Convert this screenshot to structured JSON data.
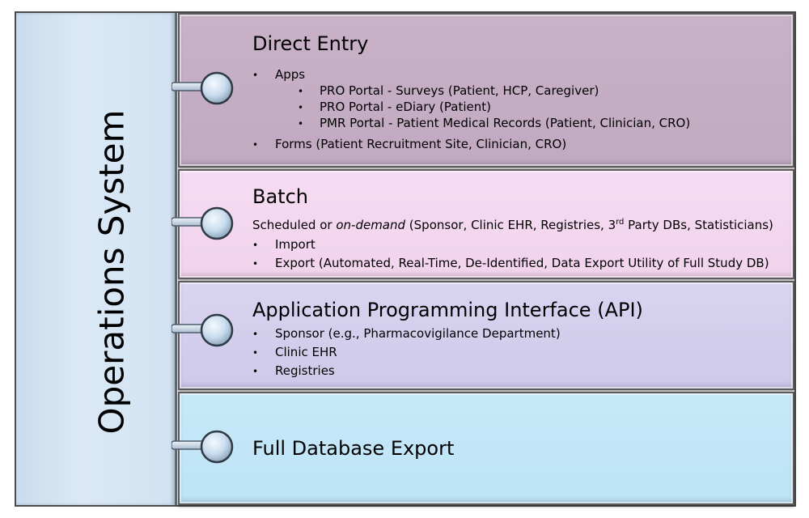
{
  "operations_system": {
    "title": "Operations System"
  },
  "sections": {
    "direct_entry": {
      "title": "Direct Entry",
      "apps": "Apps",
      "pro_surveys": "PRO Portal - Surveys (Patient, HCP, Caregiver)",
      "pro_ediary": "PRO Portal - eDiary (Patient)",
      "pmr_portal": "PMR Portal - Patient Medical Records (Patient, Clinician, CRO)",
      "forms": "Forms (Patient Recruitment Site, Clinician, CRO)"
    },
    "batch": {
      "title": "Batch",
      "scheduled_a": "Scheduled or ",
      "scheduled_b": "on-demand",
      "scheduled_c": " (Sponsor, Clinic EHR, Registries, 3",
      "scheduled_sup": "rd",
      "scheduled_d": " Party DBs, Statisticians)",
      "import": "Import",
      "export": "Export (Automated, Real-Time, De-Identified, Data Export Utility of Full Study DB)"
    },
    "api": {
      "title": "Application Programming Interface (API)",
      "sponsor": "Sponsor (e.g., Pharmacovigilance Department)",
      "clinic": "Clinic EHR",
      "registries": "Registries"
    },
    "full_export": {
      "title": "Full Database Export"
    }
  },
  "bullet_symbol": "•",
  "colors": {
    "operations_bg": "#d1e2f2",
    "direct_entry_bg": "#c5adc4",
    "batch_bg": "#f3d7ee",
    "api_bg": "#d4cdec",
    "full_export_bg": "#c2e6f7",
    "connector_knob": "#c7dcee"
  }
}
